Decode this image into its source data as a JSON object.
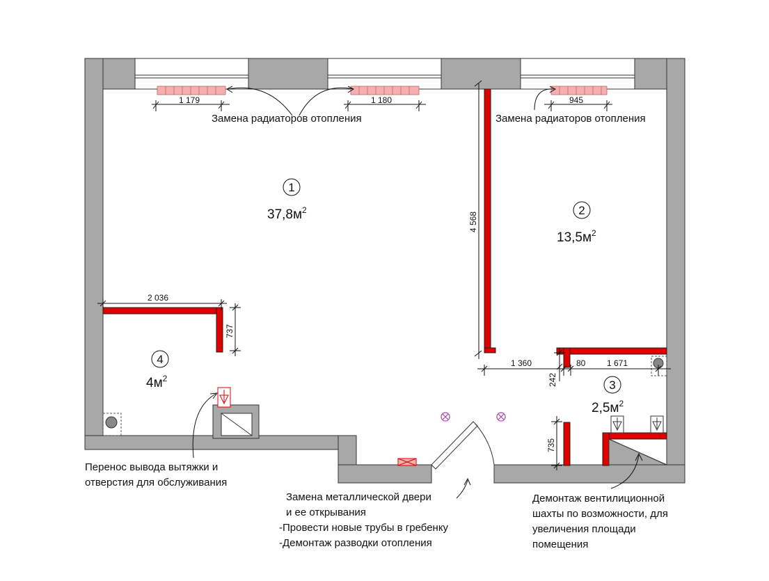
{
  "colors": {
    "wall": "#a8a8a8",
    "new_wall": "#e00000",
    "radiator": "#f4b0b0",
    "fixture": "#b040b0"
  },
  "rooms": [
    {
      "number": "1",
      "area": "37,8м",
      "sup": "2"
    },
    {
      "number": "2",
      "area": "13,5м",
      "sup": "2"
    },
    {
      "number": "3",
      "area": "2,5м",
      "sup": "2"
    },
    {
      "number": "4",
      "area": "4м",
      "sup": "2"
    }
  ],
  "dimensions": {
    "rad1": "1 179",
    "rad2": "1 180",
    "rad3": "945",
    "wall_height": "4 568",
    "kitchen_width": "2 036",
    "kitchen_depth": "737",
    "corr1": "1 360",
    "corr2": "80",
    "corr3": "1 671",
    "corr_h": "242",
    "bath_h": "735"
  },
  "notes": {
    "radiators_left": "Замена радиаторов отопления",
    "radiators_right": "Замена радиаторов отопления",
    "exhaust_line1": "Перенос вывода вытяжки и",
    "exhaust_line2": "отверстия для обслуживания",
    "door_line1": "Замена металлической двери",
    "door_line2": "и ее открывания",
    "door_line3": "-Провести новые трубы в гребенку",
    "door_line4": "-Демонтаж разводки отопления",
    "shaft_line1": "Демонтаж вентилиционной",
    "shaft_line2": "шахты по возможности, для",
    "shaft_line3": "увеличения площади",
    "shaft_line4": "помещения"
  }
}
